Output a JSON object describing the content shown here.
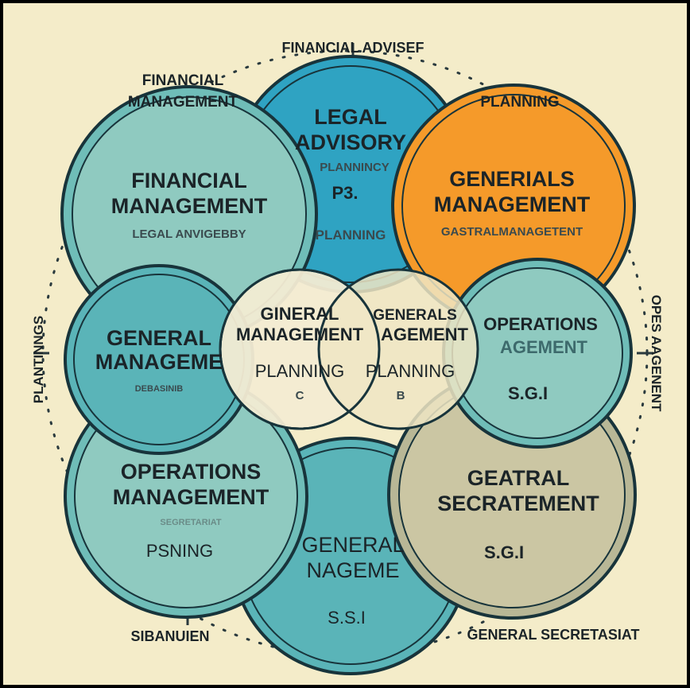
{
  "colors": {
    "background": "#f4ecc9",
    "teal_light": "#8fcac0",
    "teal_mid": "#5ab4b8",
    "blue": "#2fa3c2",
    "orange": "#f59a2a",
    "cream": "#f3ecd3",
    "khaki": "#cbc6a3",
    "outline": "#18343b"
  },
  "outer_labels": {
    "top": "FINANCIAL ADVISEF",
    "top_left_1": "FINANCIAL",
    "top_left_2": "MANAGEMENT",
    "top_right": "PLANNING",
    "left": "PLANTINNGS",
    "right": "OPES AAGENENT",
    "bottom_left": "SIBANUIEN",
    "bottom_right": "GENERAL SECRETASIAT"
  },
  "circles": {
    "legal": {
      "line1": "LEGAL",
      "line2": "ADVISORY",
      "sub1": "PLANNINCY",
      "sub2": "P3.",
      "sub3": "PLANNING"
    },
    "financial": {
      "line1": "FINANCIAL",
      "line2": "MANAGEMENT",
      "sub1": "LEGAL ANVIGEBBY"
    },
    "generals": {
      "line1": "GENERIALS",
      "line2": "MANAGEMENT",
      "sub1": "GASTRALMANAGETENT"
    },
    "general_left": {
      "line1": "GENERAL",
      "line2": "MANAGEME",
      "sub1": "DEBASINIB"
    },
    "center_left": {
      "line1": "GINERAL",
      "line2": "MANAGEMENT",
      "sub1": "PLANNING",
      "sub2": "C"
    },
    "center_right": {
      "line1": "GENERALS",
      "line2": "AGEMENT",
      "sub1": "PLANNING",
      "sub2": "B"
    },
    "operations_right": {
      "line1": "OPERATIONS",
      "line2": "AGEMENT",
      "sub1": "S.G.I"
    },
    "operations_left": {
      "line1": "OPERATIONS",
      "line2": "MANAGEMENT",
      "sub1": "SEGRETARIAT",
      "sub2": "PSNING"
    },
    "secretariat": {
      "line1": "GEATRAL",
      "line2": "SECRATEMENT",
      "sub1": "S.G.I"
    },
    "general_bottom": {
      "line1": "GENERAL",
      "line2": "NAGEME",
      "sub1": "S.S.I"
    }
  }
}
